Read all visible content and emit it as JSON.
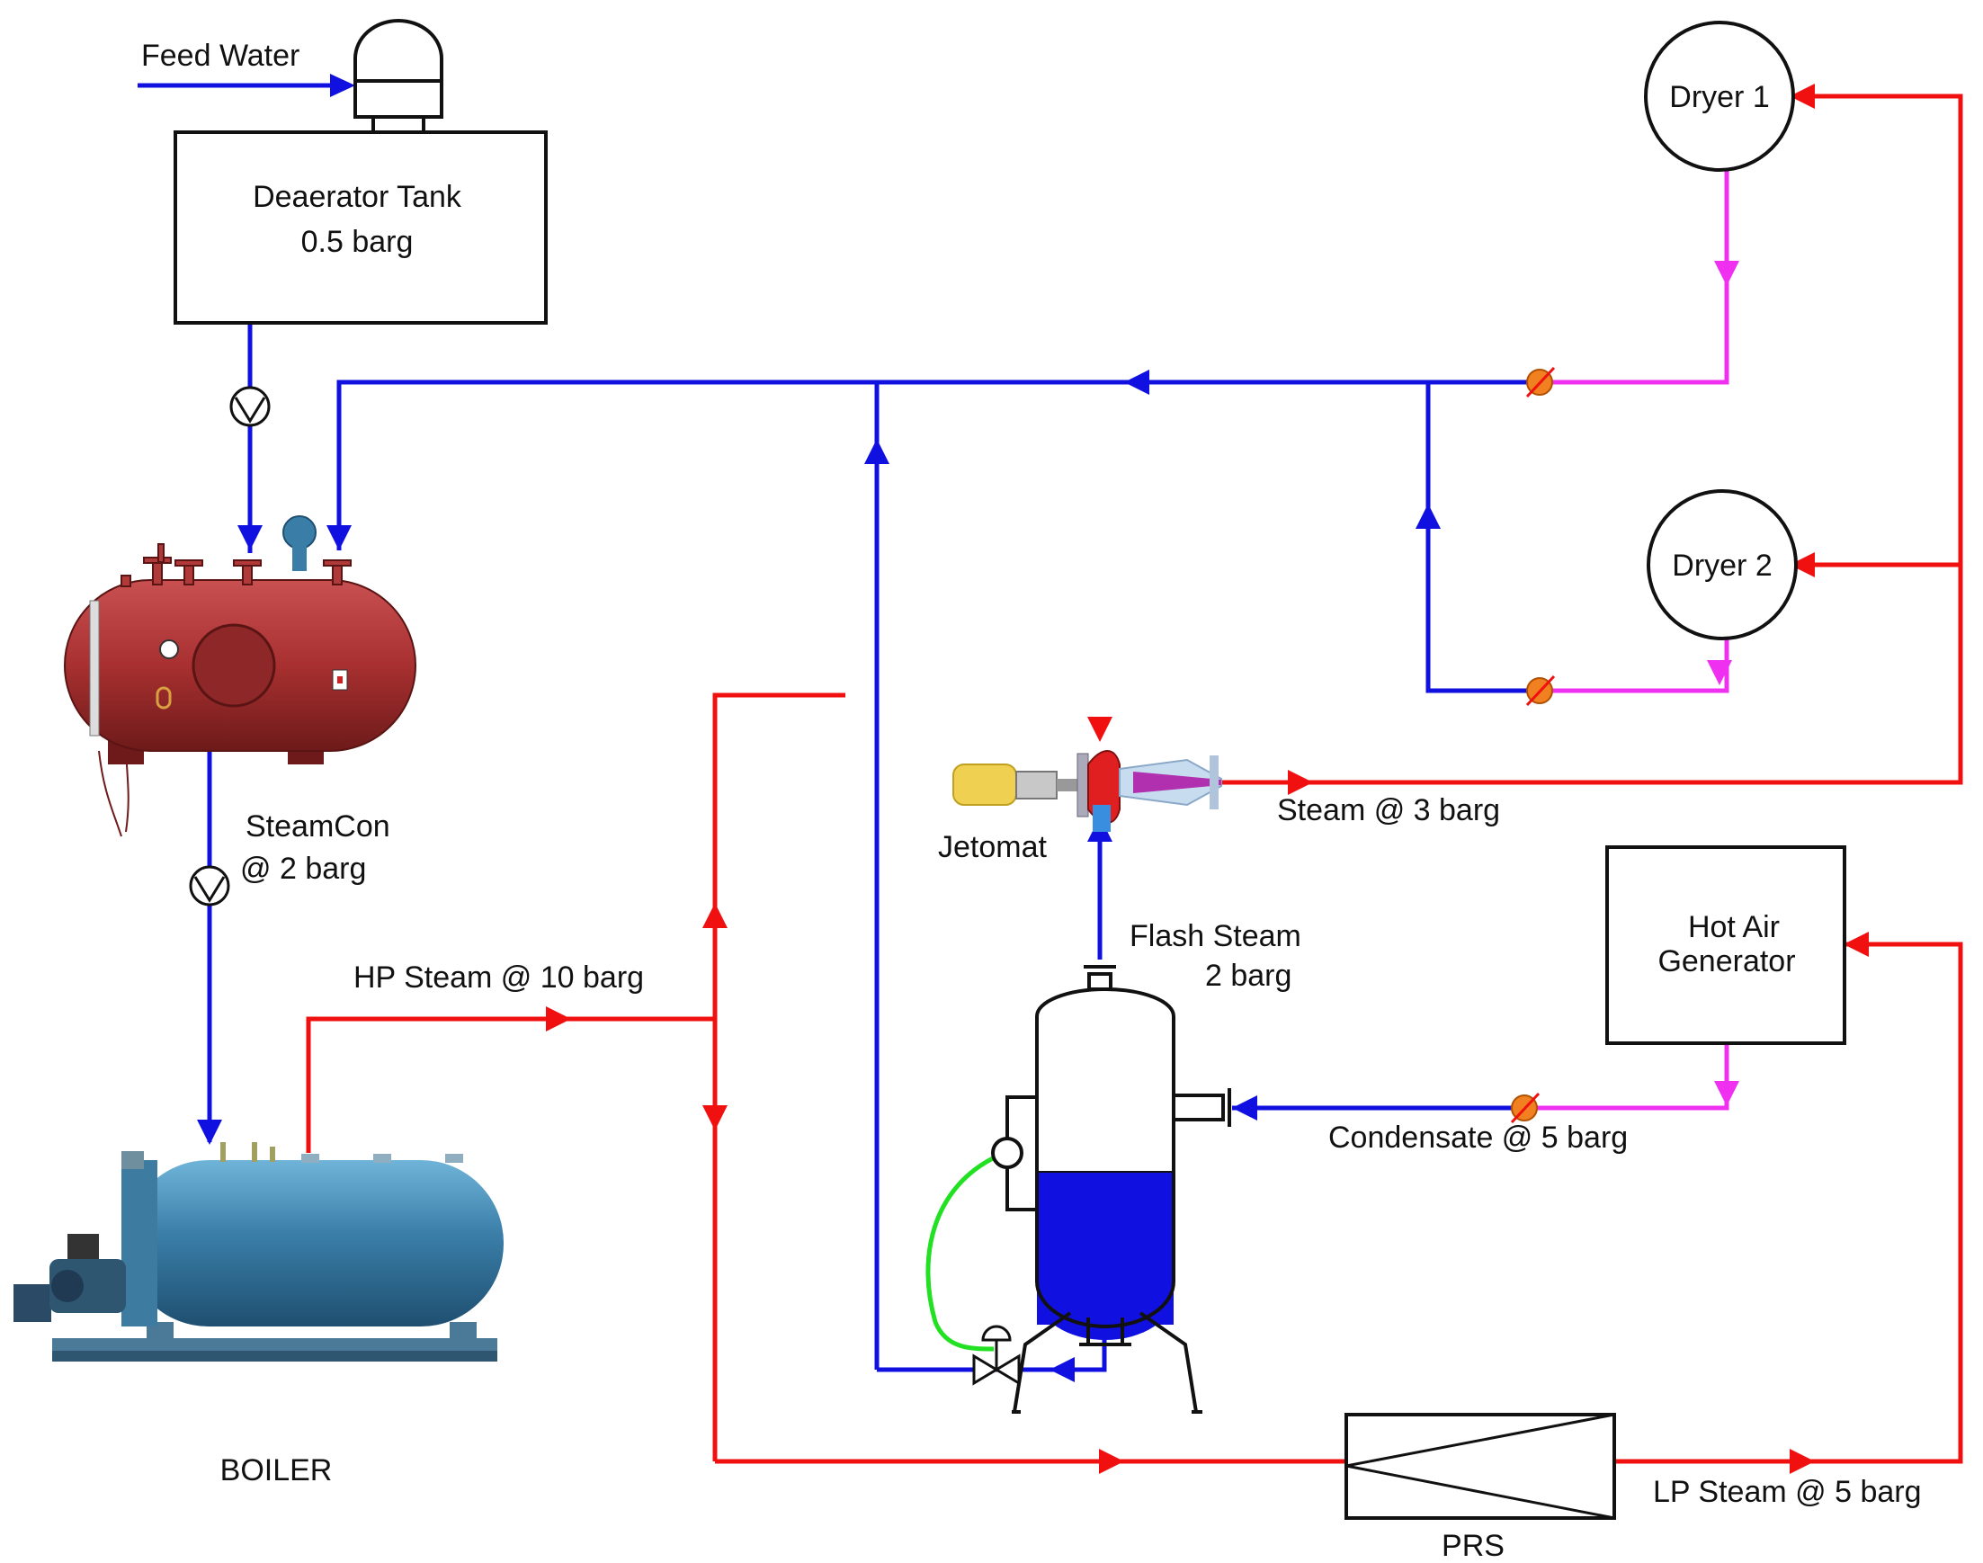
{
  "labels": {
    "feed_water": "Feed Water",
    "deaerator_title": "Deaerator Tank",
    "deaerator_pressure": "0.5 barg",
    "dryer1": "Dryer 1",
    "dryer2": "Dryer 2",
    "steamcon_name": "SteamCon",
    "steamcon_pressure": "@ 2 barg",
    "jetomat": "Jetomat",
    "steam_3barg": "Steam @ 3 barg",
    "hot_air_line1": "Hot Air",
    "hot_air_line2": "Generator",
    "hp_steam": "HP Steam @ 10 barg",
    "flash_steam_line1": "Flash Steam",
    "flash_steam_line2": "2 barg",
    "condensate": "Condensate @ 5 barg",
    "boiler": "BOILER",
    "lp_steam": "LP Steam @ 5 barg",
    "prs": "PRS"
  },
  "colors": {
    "water_line": "#1010e0",
    "steam_line": "#f01010",
    "condensate_line": "#f030f0",
    "level_signal": "#22e022",
    "vessel_fill": "#a83030",
    "boiler_fill": "#3a7ea8",
    "trap": "#f08020"
  },
  "icons": {
    "pump": "pump-icon",
    "steam_trap": "steam-trap-icon",
    "control_valve": "control-valve-icon",
    "prs": "pressure-reducing-station-icon"
  }
}
